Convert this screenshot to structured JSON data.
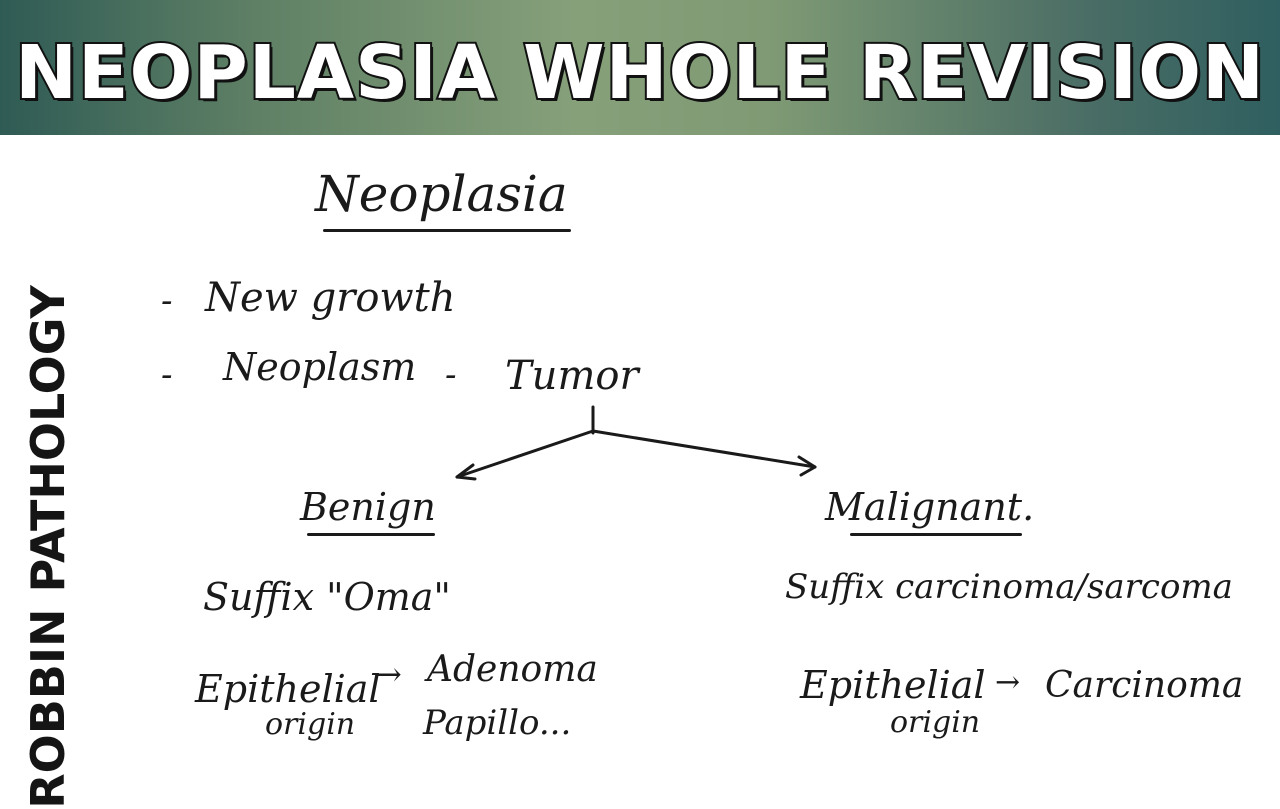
{
  "banner": {
    "title": "NEOPLASIA WHOLE REVISION"
  },
  "side": {
    "title": "ROBBIN PATHOLOGY"
  },
  "notes": {
    "heading": "Neoplasia",
    "bullets": [
      {
        "dash": "-",
        "text": "New growth"
      },
      {
        "dash": "-",
        "text": "Neoplasm"
      }
    ],
    "dash_tumor": "-",
    "tumor": "Tumor",
    "benign": {
      "label": "Benign",
      "suffix": "Suffix \"Oma\"",
      "epithelial": "Epithelial",
      "arrow": "→",
      "result": "Adenoma",
      "partial_origin": "origin",
      "partial_result": "Papillo..."
    },
    "malignant": {
      "label": "Malignant.",
      "suffix": "Suffix carcinoma/sarcoma",
      "epithelial": "Epithelial",
      "arrow": "→",
      "result": "Carcinoma",
      "partial_origin": "origin"
    }
  }
}
